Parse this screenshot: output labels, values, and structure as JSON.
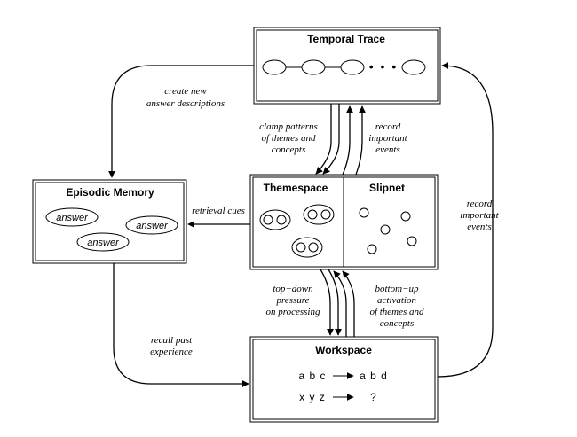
{
  "boxes": {
    "temporal_trace": {
      "title": "Temporal Trace",
      "ellipsis": "• • •"
    },
    "episodic_memory": {
      "title": "Episodic Memory",
      "answers": [
        "answer",
        "answer",
        "answer"
      ]
    },
    "themespace": {
      "title": "Themespace"
    },
    "slipnet": {
      "title": "Slipnet"
    },
    "workspace": {
      "title": "Workspace",
      "row1_left": "a b c",
      "row1_right": "a b d",
      "row2_left": "x y z",
      "row2_right": "?"
    }
  },
  "labels": {
    "create_new": [
      "create new",
      "answer descriptions"
    ],
    "clamp_patterns": [
      "clamp patterns",
      "of themes and",
      "concepts"
    ],
    "record_top": [
      "record",
      "important",
      "events"
    ],
    "retrieval_cues": "retrieval cues",
    "record_right": [
      "record",
      "important",
      "events"
    ],
    "top_down": [
      "top−down",
      "pressure",
      "on processing"
    ],
    "bottom_up": [
      "bottom−up",
      "activation",
      "of themes and",
      "concepts"
    ],
    "recall_past": [
      "recall past",
      "experience"
    ]
  }
}
